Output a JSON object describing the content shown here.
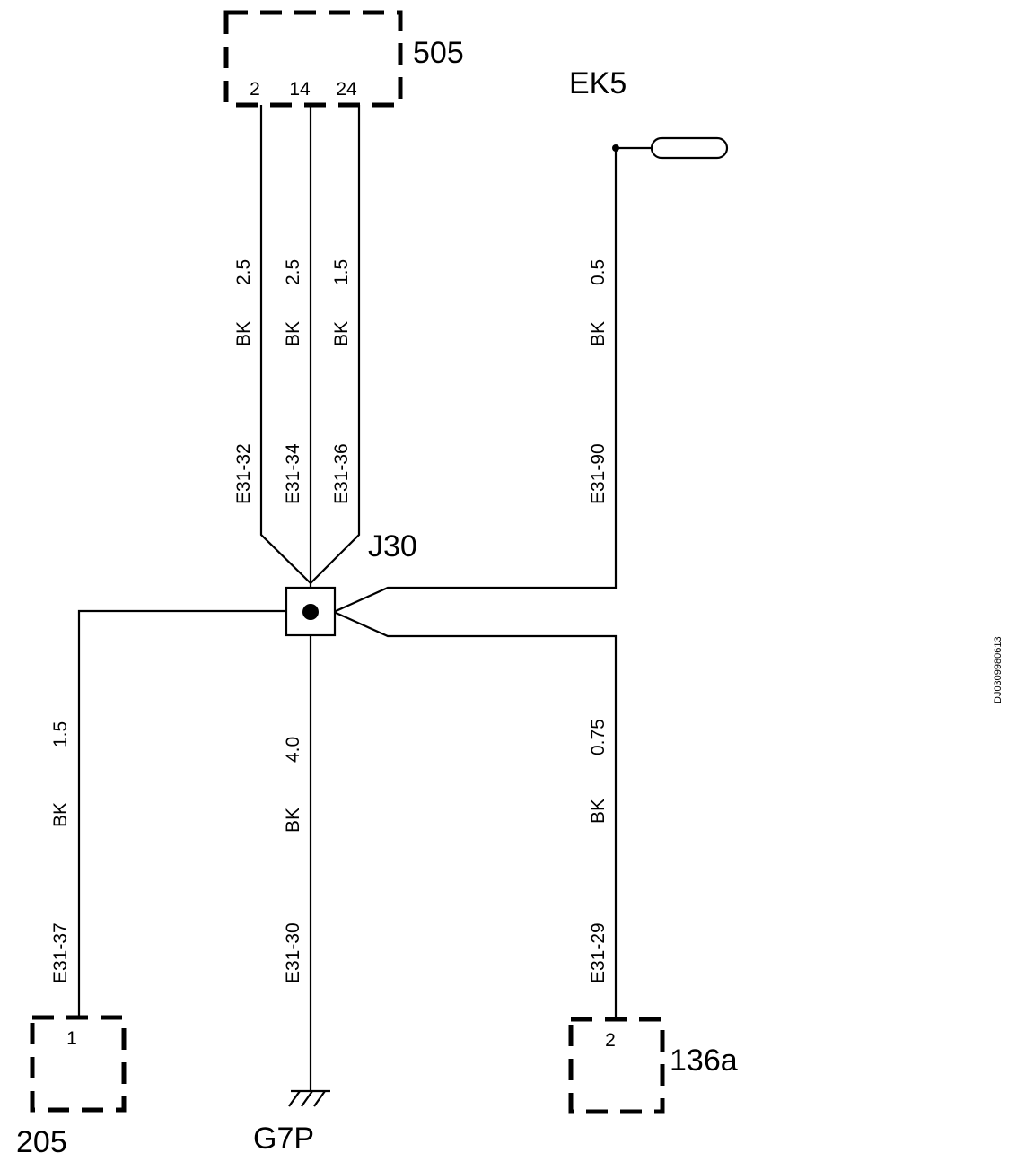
{
  "components": {
    "c505": {
      "label": "505",
      "pins": [
        "2",
        "14",
        "24"
      ]
    },
    "ek5": {
      "label": "EK5"
    },
    "j30": {
      "label": "J30"
    },
    "c205": {
      "label": "205",
      "pin": "1"
    },
    "c136a": {
      "label": "136a",
      "pin": "2"
    },
    "g7p": {
      "label": "G7P"
    }
  },
  "wires": [
    {
      "id": "E31-32",
      "color": "BK",
      "size": "2.5"
    },
    {
      "id": "E31-34",
      "color": "BK",
      "size": "2.5"
    },
    {
      "id": "E31-36",
      "color": "BK",
      "size": "1.5"
    },
    {
      "id": "E31-90",
      "color": "BK",
      "size": "0.5"
    },
    {
      "id": "E31-37",
      "color": "BK",
      "size": "1.5"
    },
    {
      "id": "E31-30",
      "color": "BK",
      "size": "4.0"
    },
    {
      "id": "E31-29",
      "color": "BK",
      "size": "0.75"
    }
  ],
  "drawing_code": "DJ0309980613"
}
